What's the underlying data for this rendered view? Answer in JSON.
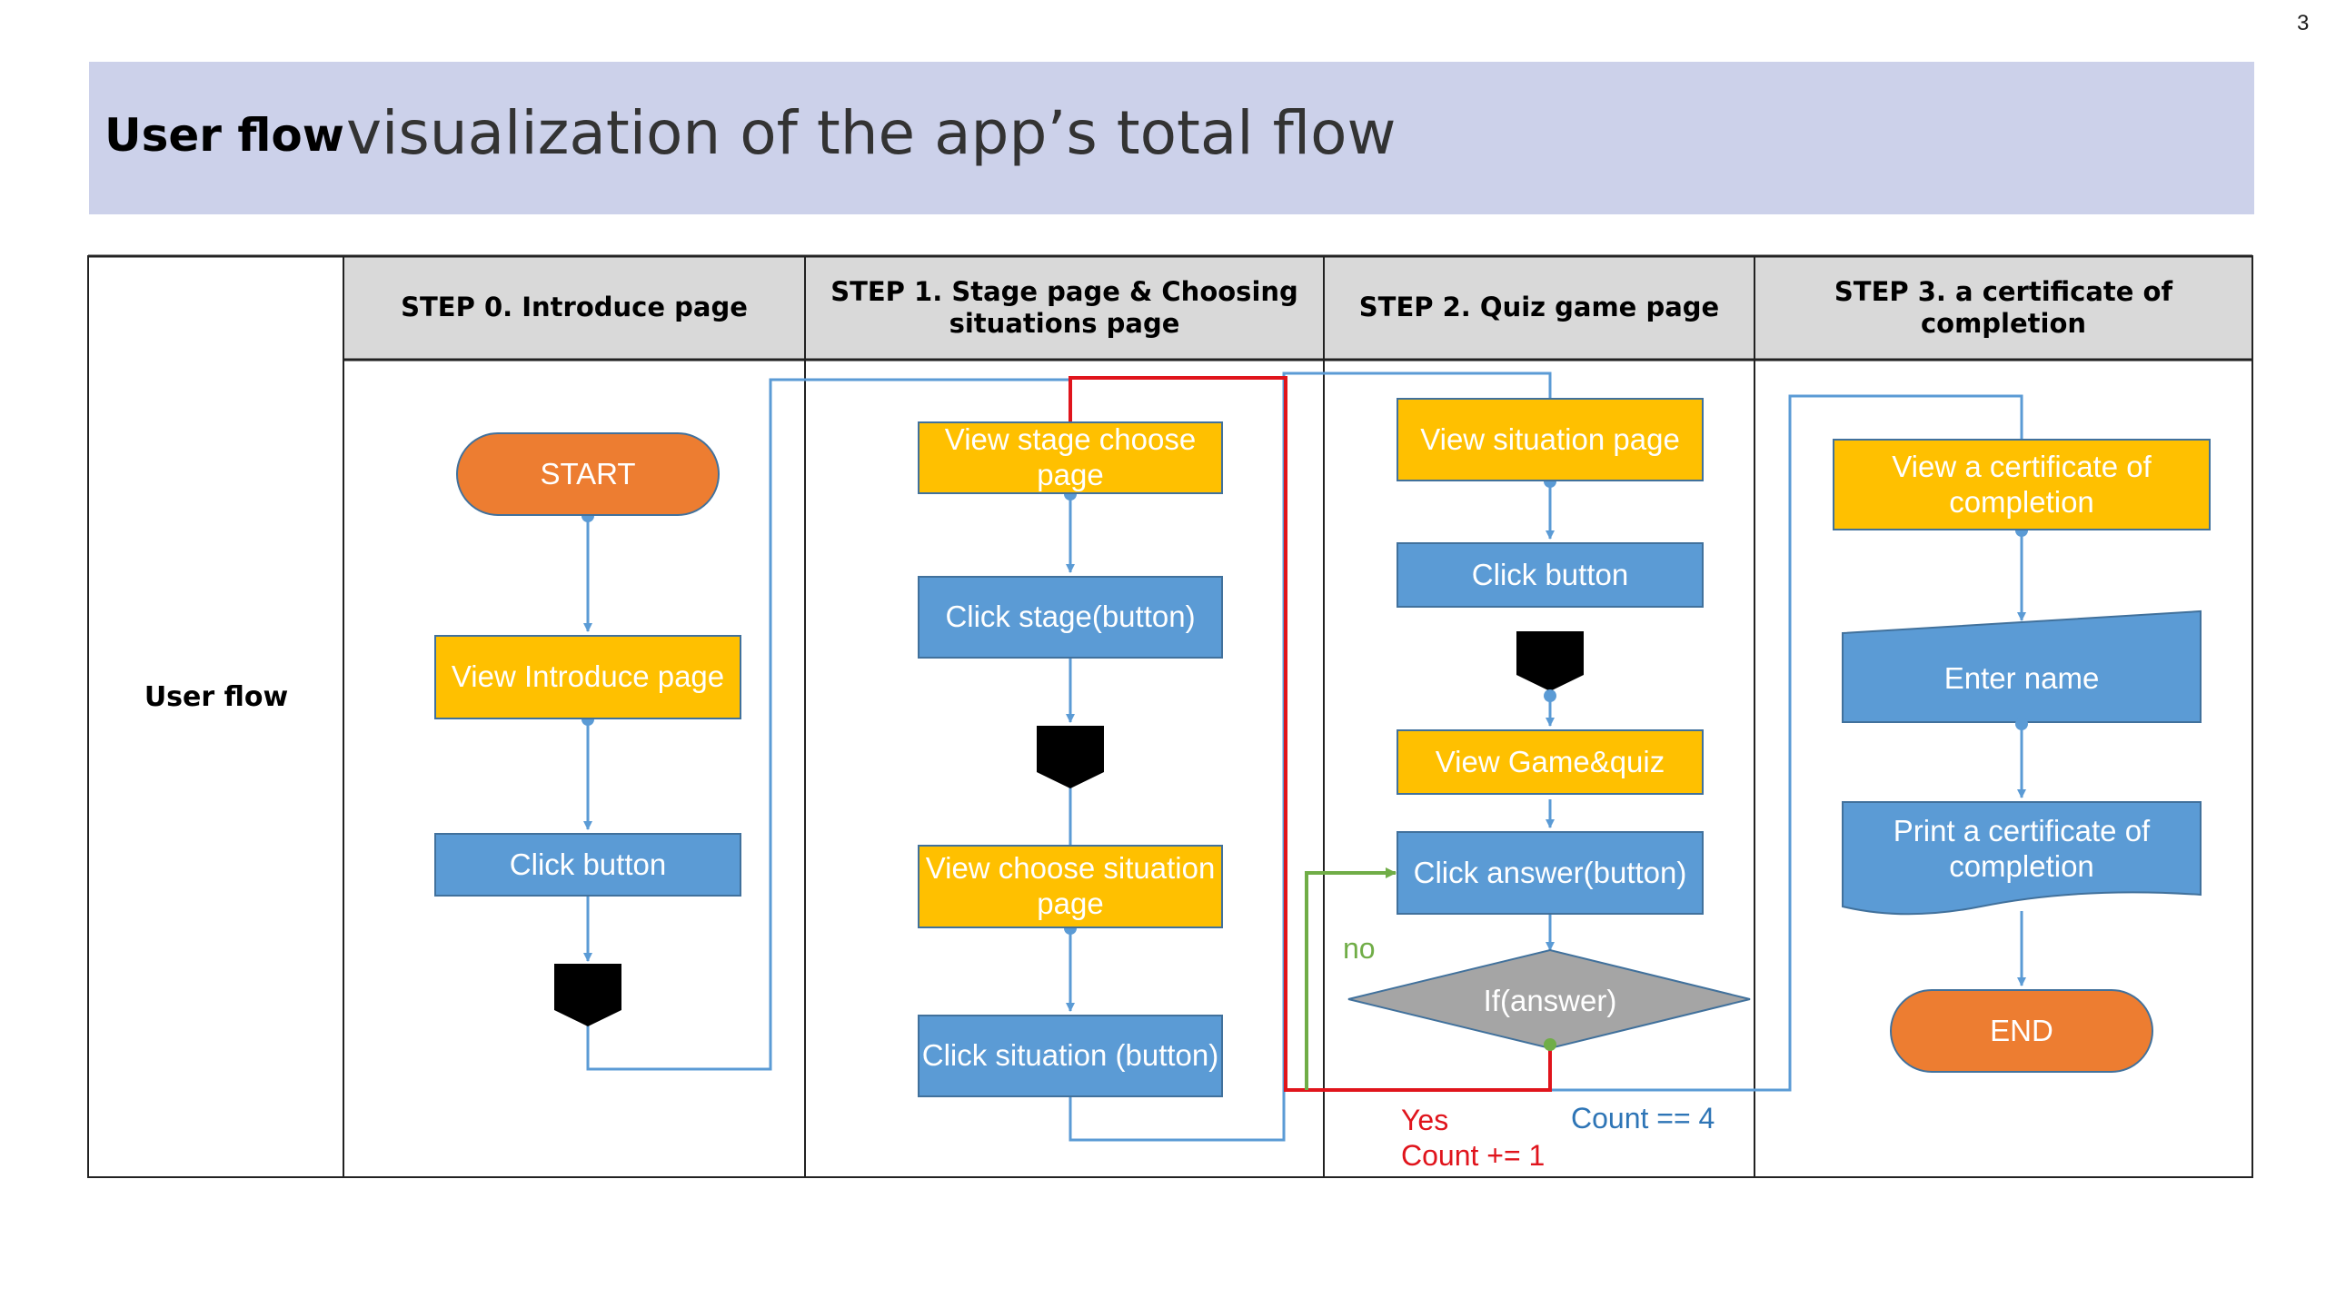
{
  "page_number": "3",
  "banner": {
    "label": "User flow",
    "title": "visualization of the app’s total flow"
  },
  "table": {
    "row_label": "User flow",
    "headers": [
      "STEP 0.  Introduce page",
      "STEP 1. Stage page & Choosing situations page",
      "STEP 2. Quiz game page",
      "STEP 3. a certificate of completion"
    ]
  },
  "nodes": {
    "start": "START",
    "view_introduce": "View Introduce page",
    "click_button_0": "Click button",
    "view_stage_choose": "View stage choose page",
    "click_stage": "Click stage(button)",
    "view_choose_situation": "View choose situation page",
    "click_situation": "Click situation (button)",
    "view_situation": "View situation  page",
    "click_button_2": "Click button",
    "view_game_quiz": "View Game&quiz",
    "click_answer": "Click answer(button)",
    "if_answer": "If(answer)",
    "view_certificate": "View a certificate of completion",
    "enter_name": "Enter name",
    "print_certificate": "Print a certificate of completion",
    "end": "END"
  },
  "labels": {
    "no": "no",
    "yes": "Yes",
    "count_inc": "Count += 1",
    "count_eq": "Count == 4"
  },
  "colors": {
    "banner": "#ccd1ea",
    "process_yellow": "#ffc000",
    "process_blue": "#5b9bd5",
    "terminal_orange": "#ed7d31",
    "decision_gray": "#a5a5a5",
    "yes_red": "#e0141c",
    "no_green": "#70ad47",
    "count_blue": "#2e75b6",
    "header_gray": "#d9d9d9"
  }
}
